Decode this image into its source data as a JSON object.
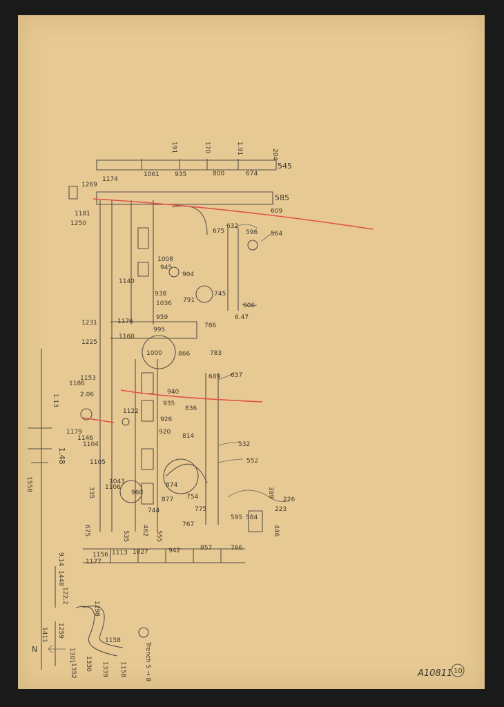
{
  "document": {
    "catalog_id": "A10811",
    "sheet_number": "10",
    "north_mark": "N",
    "note": "Trench 5 → 8"
  },
  "labels": {
    "l1": "545",
    "l2": "204",
    "l3": "1.91",
    "l4": "170",
    "l5": "191",
    "l6": "1061",
    "l7": "935",
    "l8": "800",
    "l9": "674",
    "l10": "1174",
    "l11": "1269",
    "l12": "585",
    "l13": "609",
    "l14": "564",
    "l15": "596",
    "l16": "632",
    "l17": "675",
    "l18": "1181",
    "l19": "1250",
    "l20": "1231",
    "l21": "1225",
    "l22": "1160",
    "l23": "1008",
    "l24": "945",
    "l25": "904",
    "l26": "1140",
    "l27": "938",
    "l28": "1036",
    "l29": "791",
    "l30": "745",
    "l31": "606",
    "l32": "6.47",
    "l33": "1176",
    "l34": "959",
    "l35": "995",
    "l36": "786",
    "l37": "783",
    "l38": "866",
    "l39": "1000",
    "l40": "1153",
    "l41": "1186",
    "l42": "2.06",
    "l43": "1.13",
    "l44": "1122",
    "l45": "940",
    "l46": "935",
    "l47": "836",
    "l48": "926",
    "l49": "920",
    "l50": "814",
    "l51": "689",
    "l52": "637",
    "l53": "532",
    "l54": "552",
    "l55": "1.48",
    "l56": "1179",
    "l57": "1146",
    "l58": "1104",
    "l59": "1105",
    "l60": "1043",
    "l61": "1106",
    "l62": "335",
    "l63": "960",
    "l64": "874",
    "l65": "877",
    "l66": "744",
    "l67": "462",
    "l68": "754",
    "l69": "775",
    "l70": "767",
    "l71": "595",
    "l72": "584",
    "l73": "223",
    "l74": "226",
    "l75": "389",
    "l76": "446",
    "l77": "1156",
    "l78": "1113",
    "l79": "1027",
    "l80": "942",
    "l81": "857",
    "l82": "766",
    "l83": "1177",
    "l84": "675",
    "l85": "535",
    "l86": "555",
    "l87": "1558",
    "l88": "9.14",
    "l89": "1448",
    "l90": "1298",
    "l91": "122.2",
    "l92": "1259",
    "l93": "1301",
    "l94": "1330",
    "l95": "1352",
    "l96": "1339",
    "l97": "1158",
    "l98": "1411",
    "l99": "1158"
  },
  "colors": {
    "paper": "#e7c993",
    "pencil": "#555048",
    "red_line": "#e0504a",
    "background": "#1a1a1a"
  }
}
